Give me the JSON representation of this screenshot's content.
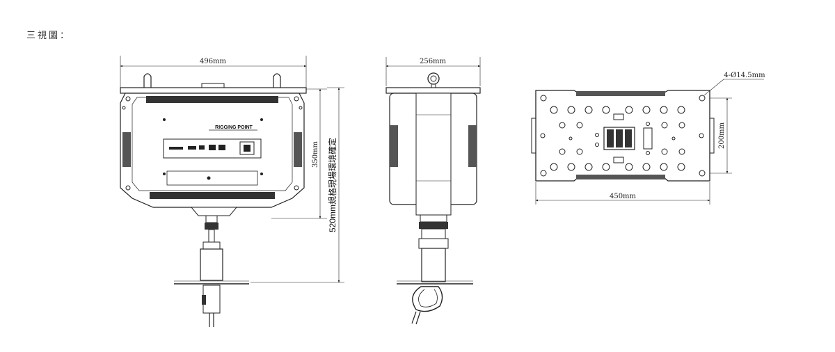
{
  "title": "三視圖：",
  "front_view": {
    "width_label": "496mm",
    "height_label": "350mm",
    "total_height_label": "520mm規格現場環境確定",
    "rigging_label": "RIGGING POINT"
  },
  "side_view": {
    "width_label": "256mm"
  },
  "top_view": {
    "hole_label": "4-Ø14.5mm",
    "width_label": "450mm",
    "height_label": "200mm"
  }
}
